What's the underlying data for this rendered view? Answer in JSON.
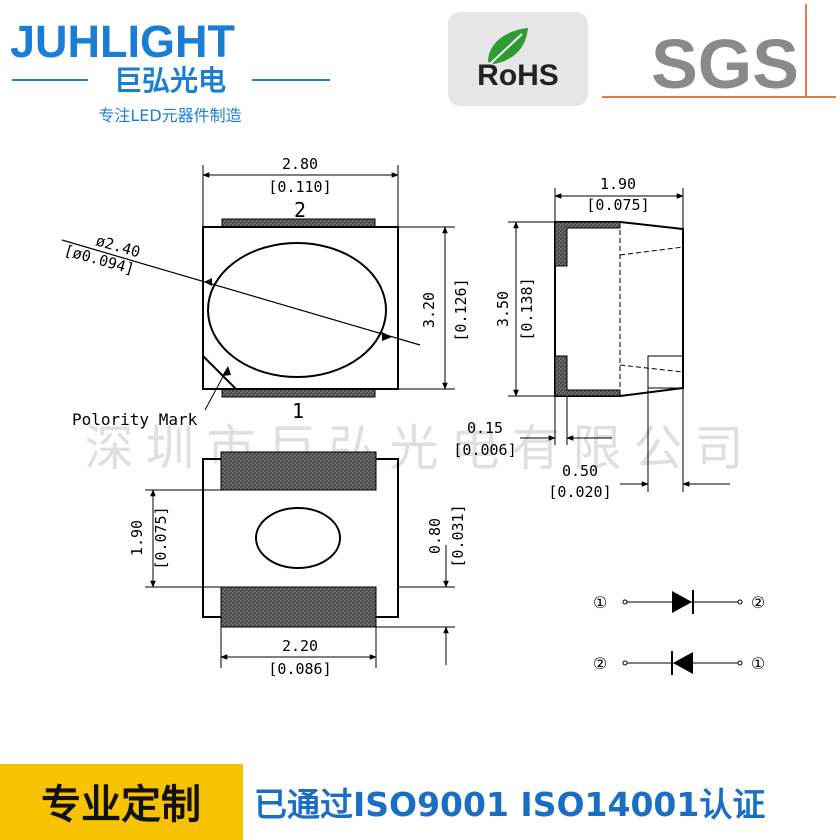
{
  "brand": {
    "name": "JUHLIGHT",
    "name_cn": "巨弘光电",
    "slogan": "专注LED元器件制造",
    "brand_color": "#1a7fd4"
  },
  "badges": {
    "rohs": "RoHS",
    "sgs": "SGS"
  },
  "watermark": "深圳市巨弘光电有限公司",
  "top_view": {
    "width_mm": "2.80",
    "width_in": "[0.110]",
    "lens_diameter_mm": "ø2.40",
    "lens_diameter_in": "[ø0.094]",
    "height_mm": "3.20",
    "height_in": "[0.126]",
    "pin_top": "2",
    "pin_bottom": "1",
    "polarity_label": "Polority Mark"
  },
  "side_view": {
    "depth_mm": "1.90",
    "depth_in": "[0.075]",
    "height_mm": "3.50",
    "height_in": "[0.138]",
    "pad_mm": "0.15",
    "pad_in": "[0.006]",
    "lead_mm": "0.50",
    "lead_in": "[0.020]"
  },
  "bottom_view": {
    "pad_span_mm": "1.90",
    "pad_span_in": "[0.075]",
    "gap_mm": "0.80",
    "gap_in": "[0.031]",
    "pad_width_mm": "2.20",
    "pad_width_in": "[0.086]"
  },
  "circuit": {
    "row1_left": "①",
    "row1_right": "②",
    "row2_left": "②",
    "row2_right": "①"
  },
  "footer": {
    "custom_label": "专业定制",
    "cert_text": "已通过ISO9001 ISO14001认证",
    "custom_bg": "#f7c300"
  }
}
